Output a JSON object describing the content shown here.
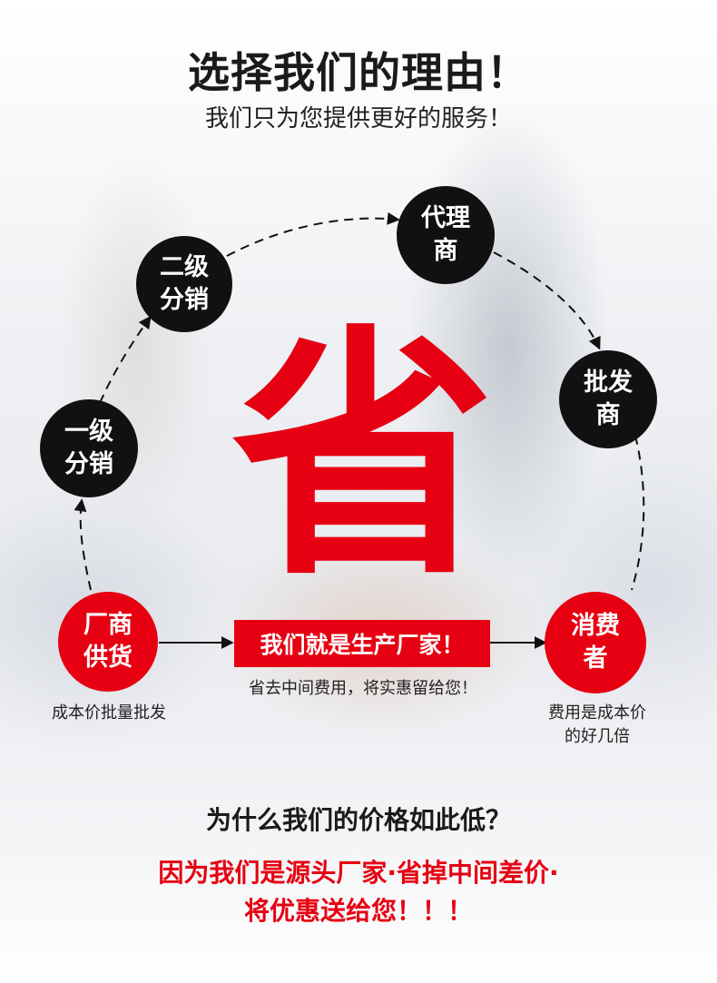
{
  "header": {
    "title": "选择我们的理由！",
    "subtitle": "我们只为您提供更好的服务！"
  },
  "flow": {
    "manufacturer": [
      "厂商",
      "供货"
    ],
    "level1": [
      "一级",
      "分销"
    ],
    "level2": [
      "二级",
      "分销"
    ],
    "agent": [
      "代理",
      "商"
    ],
    "wholesaler": [
      "批发",
      "商"
    ],
    "consumer": [
      "消费",
      "者"
    ]
  },
  "center": {
    "big_char": "省",
    "banner": "我们就是生产厂家！",
    "banner_caption": "省去中间费用，将实惠留给您！"
  },
  "captions": {
    "left": "成本价批量批发",
    "right_line1": "费用是成本价",
    "right_line2": "的好几倍"
  },
  "bottom": {
    "question": "为什么我们的价格如此低？",
    "answer_line1": "因为我们是源头厂家·省掉中间差价·",
    "answer_line2": "将优惠送给您！！！"
  },
  "colors": {
    "accent": "#e60012",
    "node_black": "#111111"
  }
}
